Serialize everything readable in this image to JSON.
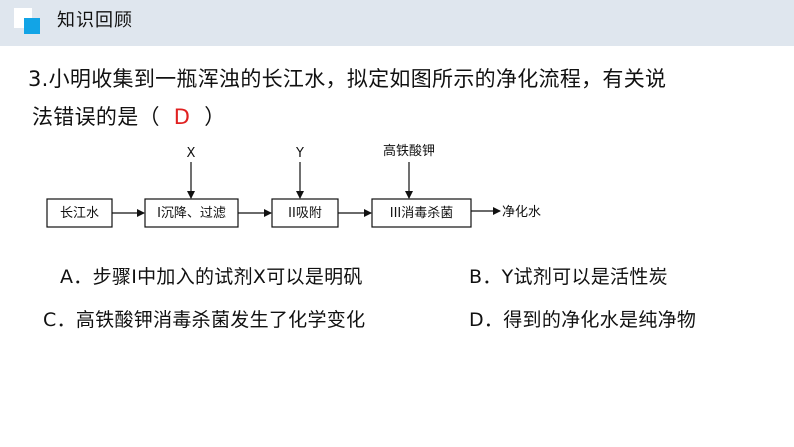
{
  "header": {
    "title": "知识回顾",
    "bar_color": "#dfe6ee",
    "accent_color": "#12a4e6"
  },
  "question": {
    "line1": "3.小明收集到一瓶浑浊的长江水，拟定如图所示的净化流程，有关说",
    "line2_prefix": "法错误的是（",
    "answer": "D",
    "line2_suffix": "）",
    "answer_color": "#e02020"
  },
  "flow": {
    "boxes": [
      "长江水",
      "I沉降、过滤",
      "II吸附",
      "III消毒杀菌"
    ],
    "inputs": [
      "X",
      "Y",
      "高铁酸钾"
    ],
    "output": "净化水"
  },
  "options": {
    "a": "A．步骤I中加入的试剂X可以是明矾",
    "b": "B．Y试剂可以是活性炭",
    "c": "C．高铁酸钾消毒杀菌发生了化学变化",
    "d": "D．得到的净化水是纯净物"
  }
}
